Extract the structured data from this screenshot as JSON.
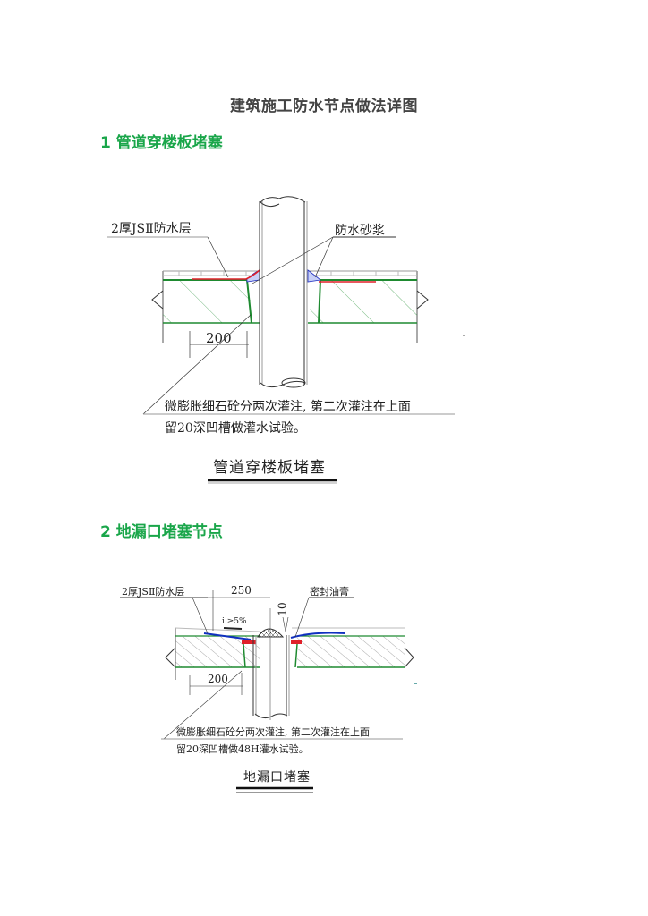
{
  "document": {
    "title": "建筑施工防水节点做法详图",
    "sections": [
      {
        "heading": "1 管道穿楼板堵塞",
        "diagram": {
          "labels": {
            "waterproof_layer": "2厚JSⅡ防水层",
            "mortar": "防水砂浆",
            "dimension": "200",
            "note_line1": "微膨胀细石砼分两次灌注, 第二次灌注在上面",
            "note_line2": "留20深凹槽做灌水试验。",
            "caption": "管道穿楼板堵塞"
          },
          "colors": {
            "membrane": "#e0202a",
            "slab_edge": "#1e8a30",
            "mortar": "#2030c0",
            "tile": "#c8b8a0"
          }
        }
      },
      {
        "heading": "2 地漏口堵塞节点",
        "diagram": {
          "labels": {
            "waterproof_layer": "2厚JSⅡ防水层",
            "dim_top": "250",
            "dim_vertical": "10",
            "sealant": "密封油膏",
            "slope": "i ≥5%",
            "dimension": "200",
            "note_line1": "微膨胀细石砼分两次灌注, 第二次灌注在上面",
            "note_line2": "留20深凹槽做48H灌水试验。",
            "caption": "地漏口堵塞"
          },
          "colors": {
            "membrane": "#1030c0",
            "seal": "#e0202a",
            "slab_edge": "#1e8a30"
          }
        }
      }
    ]
  }
}
